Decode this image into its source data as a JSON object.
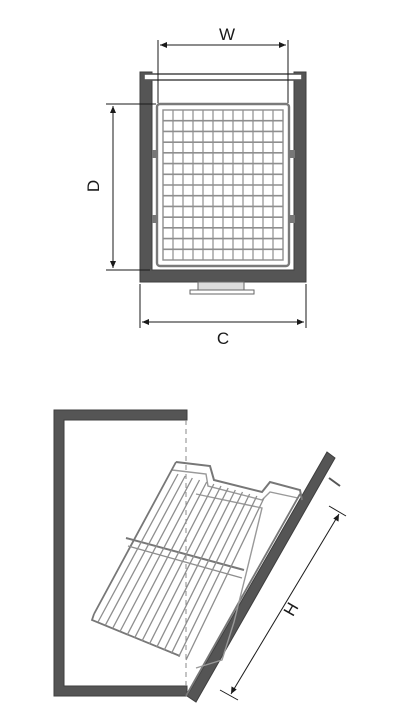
{
  "colors": {
    "cabinet": "#555555",
    "cabinet_dark": "#3e3e3e",
    "wire": "#8e8e8e",
    "dim": "#1a1a1a",
    "background": "#ffffff"
  },
  "labels": {
    "width": "W",
    "depth": "D",
    "cabinet_width": "C",
    "height": "H"
  },
  "icons": {
    "top_view": "wire-basket-top-view",
    "side_view": "tilted-wire-basket-side-view"
  }
}
